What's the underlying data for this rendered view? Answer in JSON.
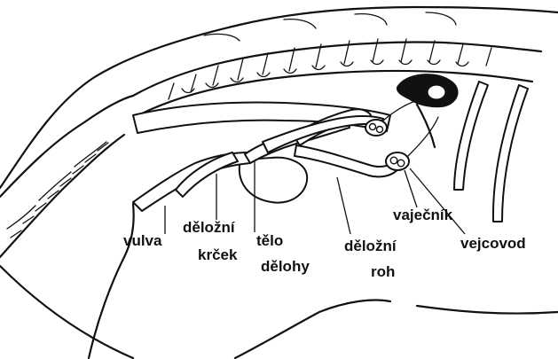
{
  "labels": {
    "vulva": "vulva",
    "cervix_line1": "děložní",
    "cervix_line2": "krček",
    "body_line1": "tělo",
    "body_line2": "dělohy",
    "horn_line1": "děložní",
    "horn_line2": "roh",
    "ovary": "vaječník",
    "oviduct": "vejcovod"
  }
}
